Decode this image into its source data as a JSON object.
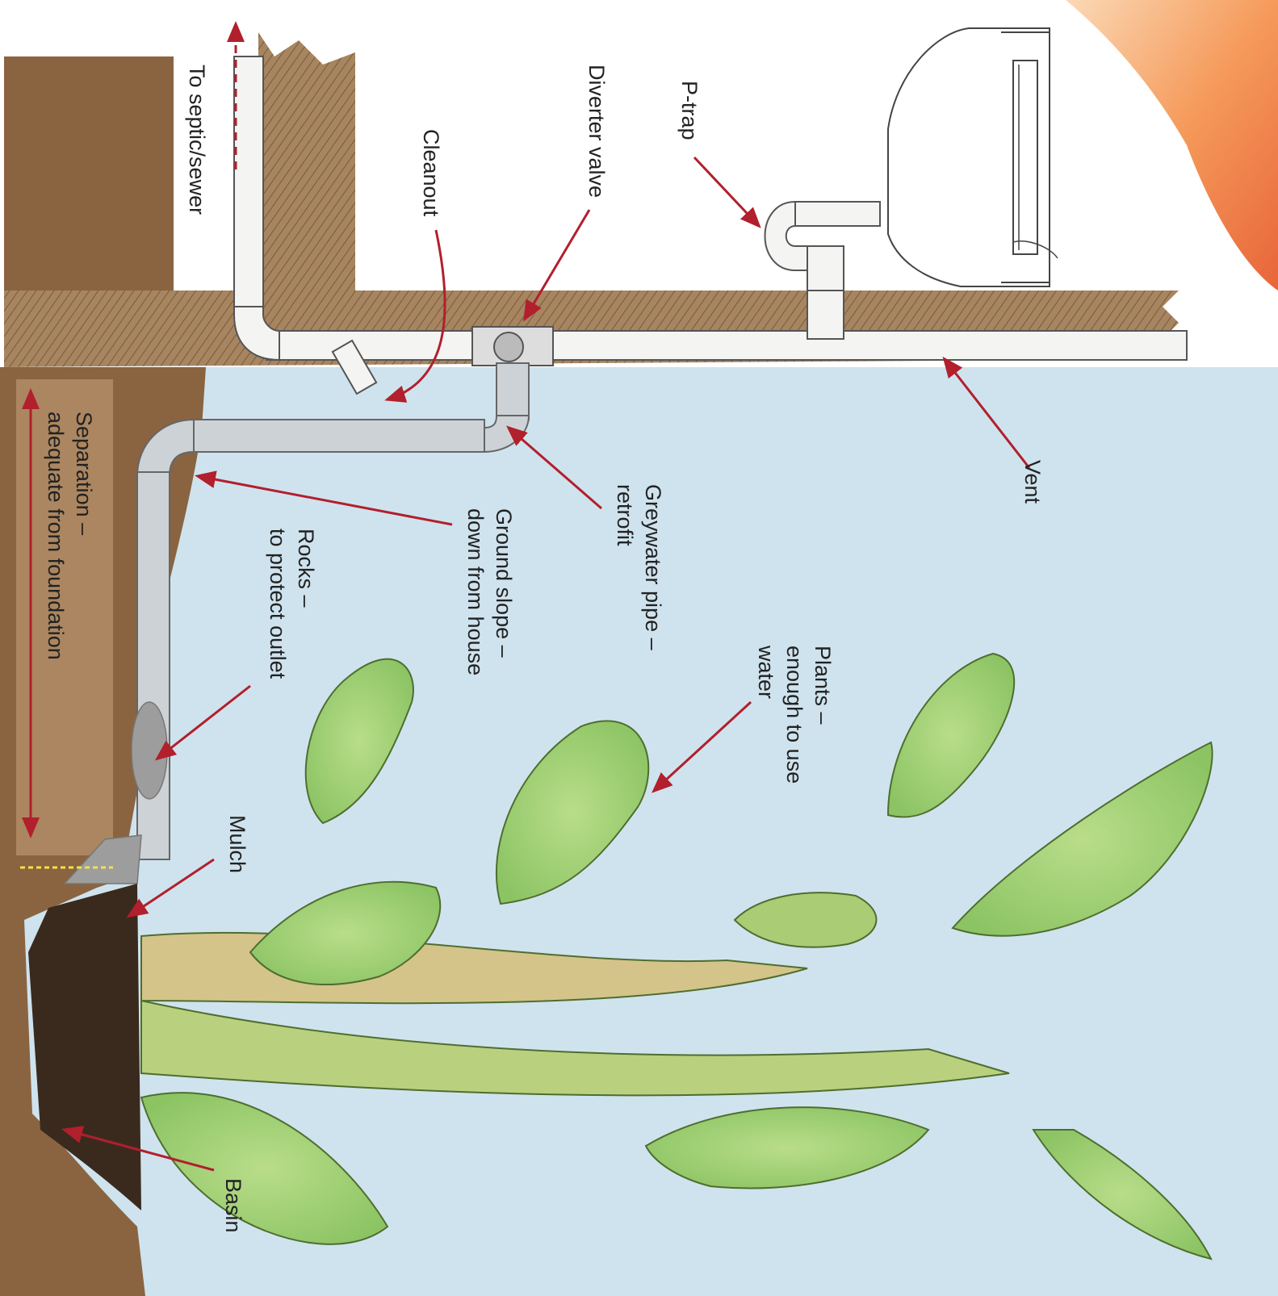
{
  "labels": {
    "to_septic": "To septic/sewer",
    "diverter_valve": "Diverter valve",
    "cleanout": "Cleanout",
    "p_trap": "P-trap",
    "vent": "Vent",
    "greywater_pipe_line1": "Greywater pipe –",
    "greywater_pipe_line2": "retrofit",
    "ground_slope_line1": "Ground slope –",
    "ground_slope_line2": "down from house",
    "rocks_line1": "Rocks –",
    "rocks_line2": "to protect outlet",
    "plants_line1": "Plants –",
    "plants_line2": "enough to use",
    "plants_line3": "water",
    "separation_line1": "Separation –",
    "separation_line2": "adequate from foundation",
    "mulch": "Mulch",
    "basin": "Basin"
  },
  "colors": {
    "sky": "#cfe3ee",
    "soil": "#8a6440",
    "floor": "#a78560",
    "pipe": "#f4f4f2",
    "greywater_pipe": "#cdd2d6",
    "arrow": "#b21f2d",
    "leaf": "#9fd078",
    "leaf_dark": "#7fae55",
    "basin": "#3a2a1e",
    "rock": "#9d9d9d",
    "fire": "#f0884a"
  }
}
